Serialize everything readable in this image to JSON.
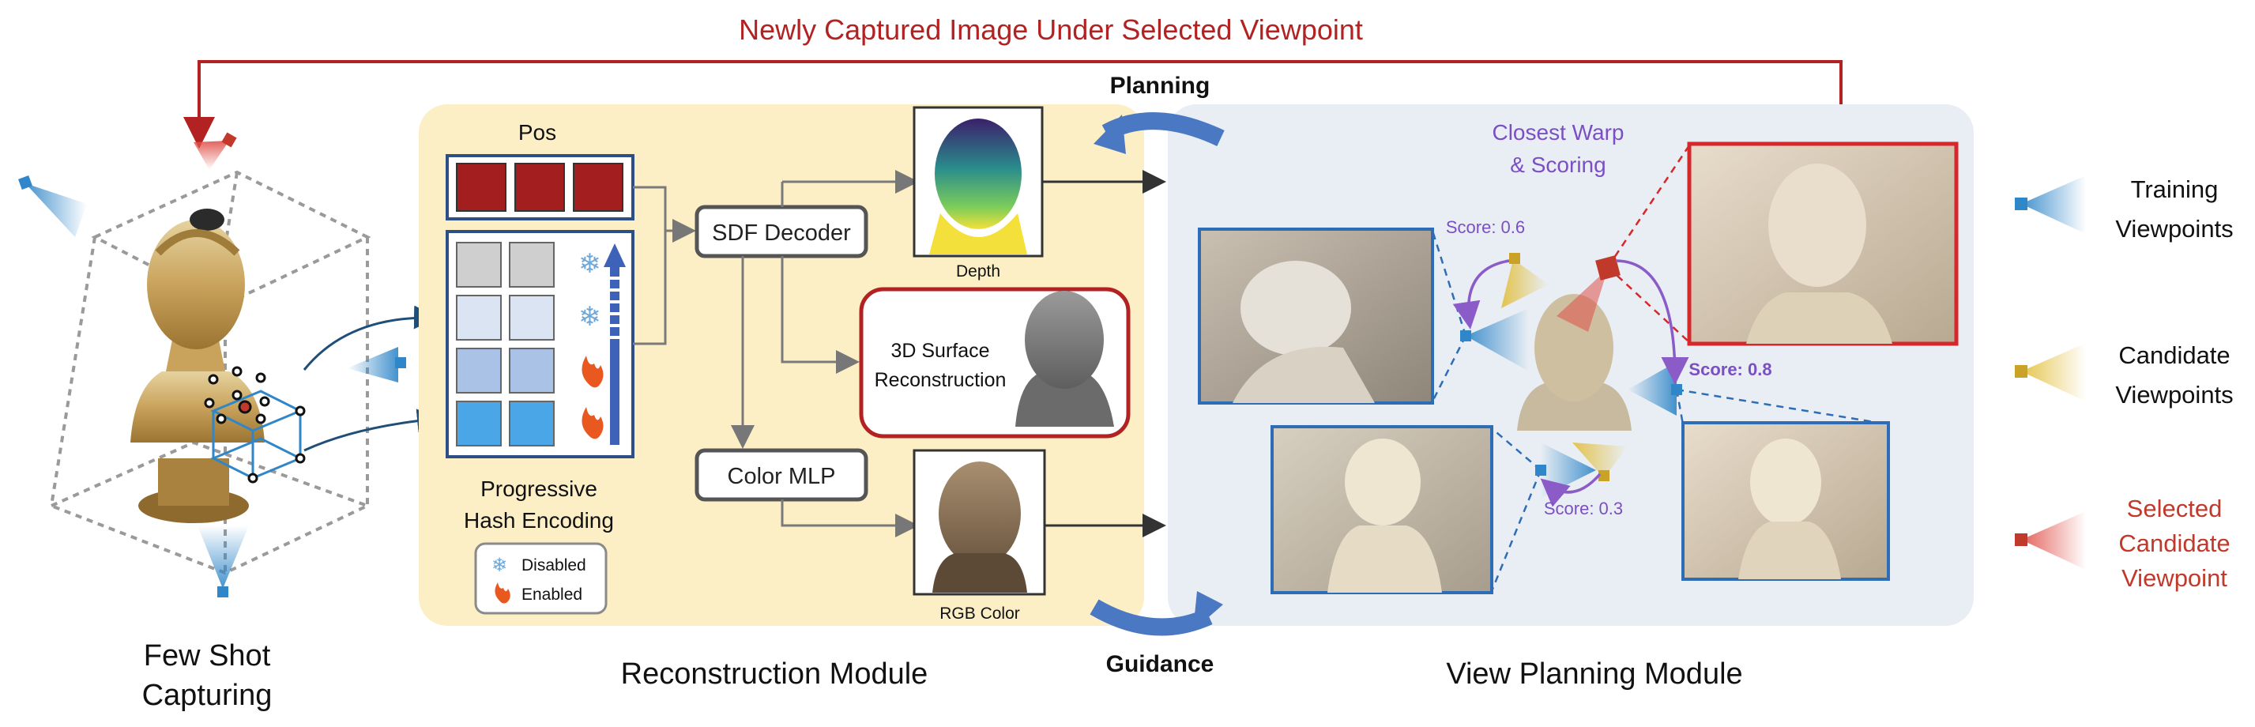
{
  "top_banner": "Newly Captured Image Under Selected Viewpoint",
  "capture": {
    "caption_line1": "Few Shot",
    "caption_line2": "Capturing"
  },
  "reconstruction": {
    "module_title": "Reconstruction Module",
    "pos_label": "Pos",
    "hash_label_line1": "Progressive",
    "hash_label_line2": "Hash Encoding",
    "legend_disabled": "Disabled",
    "legend_enabled": "Enabled",
    "sdf_decoder": "SDF Decoder",
    "color_mlp": "Color MLP",
    "surface_line1": "3D Surface",
    "surface_line2": "Reconstruction",
    "depth_label": "Depth",
    "rgb_label": "RGB Color"
  },
  "arrows": {
    "planning": "Planning",
    "guidance": "Guidance"
  },
  "view_planning": {
    "module_title": "View Planning Module",
    "warp_line1": "Closest Warp",
    "warp_line2": "& Scoring",
    "score_a": "Score: 0.6",
    "score_b": "Score: 0.3",
    "score_c": "Score: 0.8"
  },
  "legend": {
    "training_line1": "Training",
    "training_line2": "Viewpoints",
    "candidate_line1": "Candidate",
    "candidate_line2": "Viewpoints",
    "selected_line1": "Selected",
    "selected_line2": "Candidate",
    "selected_line3": "Viewpoint"
  },
  "colors": {
    "red": "#b22222",
    "training_blue": "#2f86c8",
    "candidate_gold": "#c9a227",
    "selected_red": "#c0392b",
    "purple": "#7b4fc4",
    "recon_bg": "#fcefc6",
    "planning_bg": "#e9eef4",
    "arrow_blue": "#4a78c2"
  }
}
